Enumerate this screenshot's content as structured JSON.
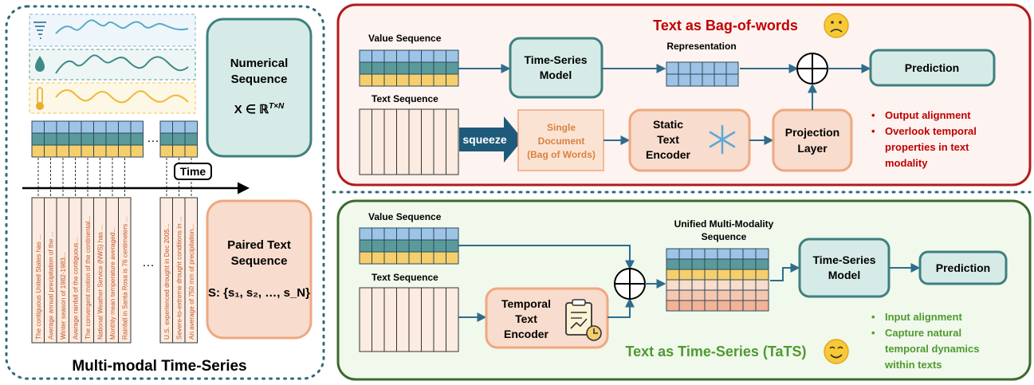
{
  "left_panel": {
    "title": "Multi-modal Time-Series",
    "numerical_box": {
      "line1": "Numerical",
      "line2": "Sequence",
      "formula_base": "X ∈ ℝ",
      "formula_sup": "T×N"
    },
    "paired_box": {
      "line1": "Paired Text",
      "line2": "Sequence",
      "formula": "S: {s₁, s₂, …, s_N}"
    },
    "time_label": "Time",
    "ellipsis": "…",
    "texts": [
      "The contiguous United States has ...",
      "Average annual precipitation of the ...",
      "Winter season of 1982-1983...",
      "Average rainfall of the contiguous...",
      "The convergent motion of the continental...",
      "National Weather Service (NWS) has ...",
      "Monthly mean temperature averaged...",
      "Rainfall in Santa Rosa is 76 centimeters ...",
      "U.S. experienced drought in Dec 2005...",
      "Severe-to-extreme drought conditions in ...",
      "An average of 750 mm of precipitation..."
    ]
  },
  "top_panel": {
    "title": "Text as Bag-of-words",
    "value_sequence": "Value Sequence",
    "text_sequence": "Text Sequence",
    "ts_model": {
      "line1": "Time-Series",
      "line2": "Model"
    },
    "representation": "Representation",
    "prediction": "Prediction",
    "squeeze": "squeeze",
    "single_doc": {
      "line1": "Single",
      "line2": "Document",
      "line3": "(Bag of Words)"
    },
    "static_encoder": {
      "line1": "Static",
      "line2": "Text",
      "line3": "Encoder"
    },
    "projection": {
      "line1": "Projection",
      "line2": "Layer"
    },
    "bullets": [
      {
        "lines": [
          "Output alignment"
        ]
      },
      {
        "lines": [
          "Overlook temporal",
          "properties in text",
          "modality"
        ]
      }
    ]
  },
  "bottom_panel": {
    "title": "Text as Time-Series (TaTS)",
    "value_sequence": "Value Sequence",
    "text_sequence": "Text Sequence",
    "unified": {
      "line1": "Unified Multi-Modality",
      "line2": "Sequence"
    },
    "ts_model": {
      "line1": "Time-Series",
      "line2": "Model"
    },
    "prediction": "Prediction",
    "temporal_encoder": {
      "line1": "Temporal",
      "line2": "Text",
      "line3": "Encoder"
    },
    "bullets": [
      {
        "lines": [
          "Input alignment"
        ]
      },
      {
        "lines": [
          "Capture natural",
          "temporal dynamics",
          "within texts"
        ]
      }
    ]
  },
  "colors": {
    "blue": "#9dc3e6",
    "teal": "#5b9a9a",
    "yellow": "#f6cf6c",
    "teal_box": "#d6ebe8",
    "teal_border": "#3e7f7f",
    "peach_box": "#f8dccd",
    "peach_border": "#eea87f",
    "red_border": "#b31b1b",
    "green_border": "#3c6a2c",
    "red_text": "#c00000",
    "green_text": "#4e9a2f",
    "arrow": "#2e6c8c"
  }
}
